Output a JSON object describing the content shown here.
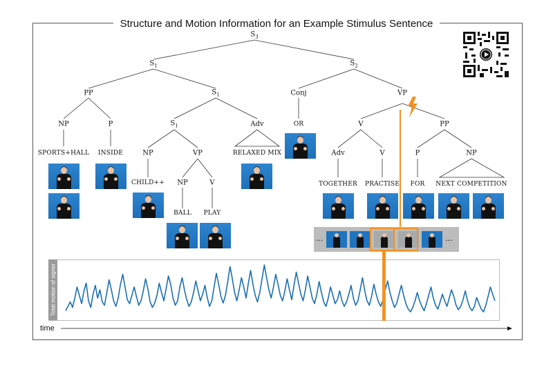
{
  "title": "Structure and Motion Information for an Example Stimulus Sentence",
  "tree": {
    "root": {
      "base": "S",
      "sub": "3"
    },
    "s1_left": {
      "base": "S",
      "sub": "1"
    },
    "s2": {
      "base": "S",
      "sub": "2"
    },
    "pp_left": {
      "base": "PP",
      "sub": ""
    },
    "s1_mid": {
      "base": "S",
      "sub": "1"
    },
    "conj": {
      "base": "Conj",
      "sub": ""
    },
    "vp_main": {
      "base": "VP",
      "sub": ""
    },
    "np_sports": {
      "base": "NP",
      "sub": ""
    },
    "p_inside": {
      "base": "P",
      "sub": ""
    },
    "s1_inner": {
      "base": "S",
      "sub": "1"
    },
    "adv_relaxed": {
      "base": "Adv",
      "sub": ""
    },
    "v_right": {
      "base": "V",
      "sub": ""
    },
    "pp_right": {
      "base": "PP",
      "sub": ""
    },
    "np_child": {
      "base": "NP",
      "sub": ""
    },
    "vp_inner": {
      "base": "VP",
      "sub": ""
    },
    "adv_together": {
      "base": "Adv",
      "sub": ""
    },
    "v_practise": {
      "base": "V",
      "sub": ""
    },
    "p_for": {
      "base": "P",
      "sub": ""
    },
    "np_next": {
      "base": "NP",
      "sub": ""
    },
    "np_ball": {
      "base": "NP",
      "sub": ""
    },
    "v_play": {
      "base": "V",
      "sub": ""
    }
  },
  "words": {
    "sports_hall": "SPORTS+HALL",
    "inside": "INSIDE",
    "relaxed_mix": "RELAXED  MIX",
    "or": "OR",
    "child": "CHILD++",
    "ball": "BALL",
    "play": "PLAY",
    "together": "TOGETHER",
    "practise": "PRACTISE",
    "for": "FOR",
    "next_competition": "NEXT  COMPETITION"
  },
  "filmstrip": {
    "ellipsis_left": "...",
    "ellipsis_right": "..."
  },
  "motion": {
    "ylabel": "Total motion of signer",
    "xlabel": "time",
    "line_color": "#1a6fb0",
    "highlight_color": "#f29222",
    "values": [
      0.12,
      0.2,
      0.28,
      0.18,
      0.35,
      0.55,
      0.4,
      0.25,
      0.48,
      0.62,
      0.3,
      0.18,
      0.42,
      0.58,
      0.35,
      0.5,
      0.28,
      0.22,
      0.45,
      0.68,
      0.5,
      0.3,
      0.2,
      0.35,
      0.6,
      0.78,
      0.55,
      0.32,
      0.25,
      0.4,
      0.55,
      0.38,
      0.22,
      0.3,
      0.48,
      0.7,
      0.52,
      0.28,
      0.18,
      0.26,
      0.4,
      0.62,
      0.45,
      0.3,
      0.52,
      0.75,
      0.6,
      0.35,
      0.22,
      0.3,
      0.55,
      0.72,
      0.5,
      0.32,
      0.2,
      0.28,
      0.45,
      0.66,
      0.48,
      0.3,
      0.42,
      0.58,
      0.36,
      0.2,
      0.3,
      0.55,
      0.8,
      0.6,
      0.38,
      0.26,
      0.4,
      0.65,
      0.92,
      0.7,
      0.45,
      0.3,
      0.5,
      0.72,
      0.55,
      0.35,
      0.62,
      0.85,
      0.6,
      0.4,
      0.28,
      0.45,
      0.7,
      0.95,
      0.72,
      0.5,
      0.35,
      0.55,
      0.78,
      0.6,
      0.4,
      0.3,
      0.48,
      0.7,
      0.5,
      0.32,
      0.58,
      0.82,
      0.62,
      0.42,
      0.3,
      0.5,
      0.75,
      0.55,
      0.35,
      0.25,
      0.42,
      0.65,
      0.45,
      0.28,
      0.2,
      0.35,
      0.55,
      0.4,
      0.25,
      0.32,
      0.48,
      0.3,
      0.2,
      0.28,
      0.42,
      0.58,
      0.35,
      0.22,
      0.3,
      0.5,
      0.72,
      0.48,
      0.3,
      0.22,
      0.38,
      0.6,
      0.42,
      0.28,
      0.2,
      0.32,
      0.5,
      0.66,
      0.45,
      0.3,
      0.18,
      0.26,
      0.42,
      0.58,
      0.4,
      0.25,
      0.15,
      0.1,
      0.18,
      0.3,
      0.45,
      0.3,
      0.2,
      0.12,
      0.25,
      0.4,
      0.55,
      0.35,
      0.22,
      0.15,
      0.28,
      0.42,
      0.3,
      0.2,
      0.35,
      0.5,
      0.38,
      0.22,
      0.14,
      0.2,
      0.32,
      0.48,
      0.3,
      0.18,
      0.12,
      0.2,
      0.36,
      0.25,
      0.15,
      0.1,
      0.22,
      0.38,
      0.55,
      0.42,
      0.3
    ]
  }
}
